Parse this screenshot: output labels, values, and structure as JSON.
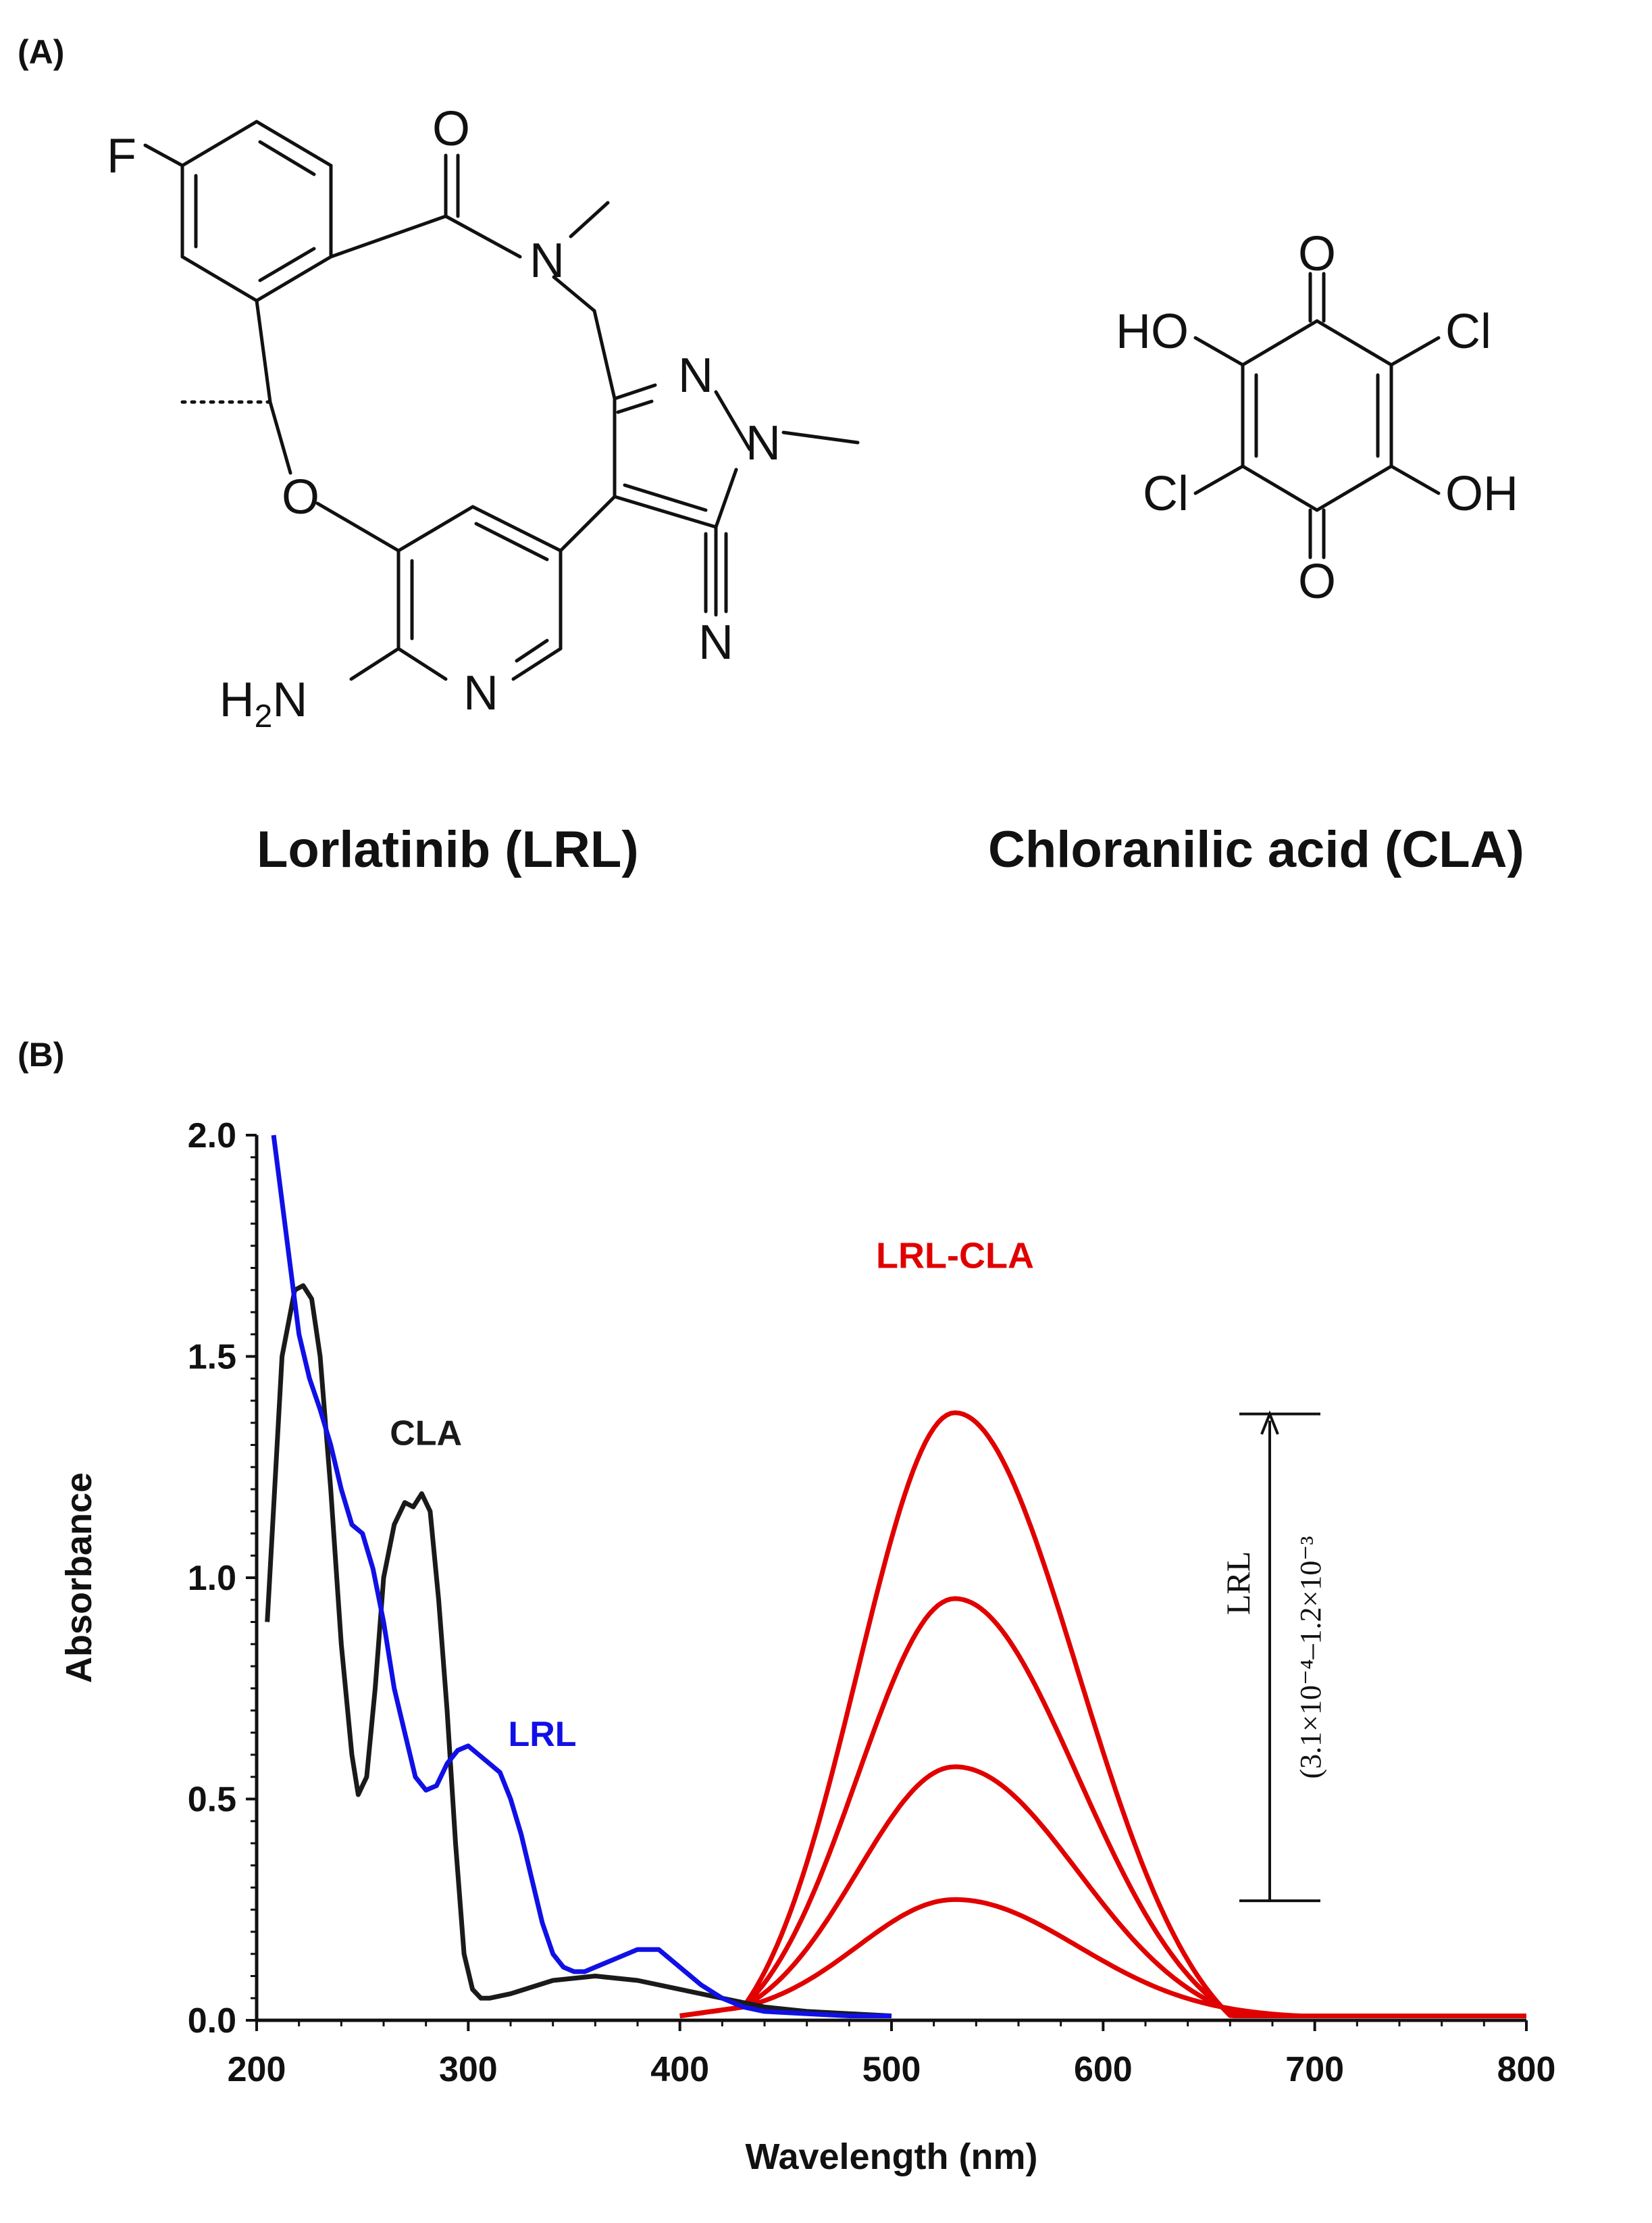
{
  "panels": {
    "a_label": "(A)",
    "b_label": "(B)"
  },
  "molecules": {
    "lrl": {
      "name": "Lorlatinib (LRL)",
      "atoms": {
        "F": "F",
        "O_carbonyl": "O",
        "N_amide": "N",
        "O_ether": "O",
        "N_pyr1": "N",
        "N_pyr2": "N",
        "N_pyridine": "N",
        "N_nitrile": "N",
        "H2N": "H",
        "H2N_sub": "2",
        "H2N_N": "N"
      }
    },
    "cla": {
      "name": "Chloranilic acid (CLA)",
      "atoms": {
        "O_top": "O",
        "O_bottom": "O",
        "HO": "HO",
        "OH": "OH",
        "Cl_right": "Cl",
        "Cl_left": "Cl"
      }
    }
  },
  "chart_data": {
    "type": "line",
    "xlabel": "Wavelength (nm)",
    "ylabel": "Absorbance",
    "xlim": [
      200,
      800
    ],
    "ylim": [
      0,
      2.0
    ],
    "xticks": [
      "200",
      "300",
      "400",
      "500",
      "600",
      "700",
      "800"
    ],
    "yticks": [
      "0.0",
      "0.5",
      "1.0",
      "1.5",
      "2.0"
    ],
    "colors": {
      "CLA": "#1a1a1a",
      "LRL": "#1010e6",
      "LRL-CLA": "#e00000"
    },
    "series_labels": {
      "CLA": "CLA",
      "LRL": "LRL",
      "LRL-CLA": "LRL-CLA"
    },
    "series": [
      {
        "name": "CLA",
        "x": [
          205,
          212,
          218,
          222,
          226,
          230,
          235,
          240,
          245,
          248,
          252,
          256,
          260,
          265,
          270,
          274,
          278,
          282,
          286,
          290,
          294,
          298,
          302,
          306,
          310,
          320,
          340,
          360,
          380,
          400,
          420,
          440,
          460,
          480,
          500
        ],
        "y": [
          0.9,
          1.5,
          1.65,
          1.66,
          1.63,
          1.5,
          1.2,
          0.85,
          0.6,
          0.51,
          0.55,
          0.75,
          1.0,
          1.12,
          1.17,
          1.16,
          1.19,
          1.15,
          0.95,
          0.7,
          0.4,
          0.15,
          0.07,
          0.05,
          0.05,
          0.06,
          0.09,
          0.1,
          0.09,
          0.07,
          0.05,
          0.03,
          0.02,
          0.015,
          0.01
        ]
      },
      {
        "name": "LRL",
        "x": [
          208,
          212,
          216,
          220,
          225,
          230,
          235,
          240,
          245,
          250,
          255,
          260,
          265,
          270,
          275,
          280,
          285,
          290,
          295,
          300,
          305,
          310,
          315,
          320,
          325,
          330,
          335,
          340,
          345,
          350,
          355,
          360,
          370,
          380,
          390,
          400,
          410,
          420,
          430,
          440,
          460,
          480,
          500
        ],
        "y": [
          2.0,
          1.85,
          1.7,
          1.55,
          1.45,
          1.38,
          1.3,
          1.2,
          1.12,
          1.1,
          1.02,
          0.9,
          0.75,
          0.65,
          0.55,
          0.52,
          0.53,
          0.58,
          0.61,
          0.62,
          0.6,
          0.58,
          0.56,
          0.5,
          0.42,
          0.32,
          0.22,
          0.15,
          0.12,
          0.11,
          0.11,
          0.12,
          0.14,
          0.16,
          0.16,
          0.12,
          0.08,
          0.05,
          0.03,
          0.02,
          0.015,
          0.01,
          0.01
        ]
      },
      {
        "name": "LRL-CLA",
        "peak_nm": 530,
        "peaks": [
          1.37,
          0.95,
          0.57,
          0.27
        ],
        "range": [
          400,
          800
        ],
        "isosbestic_nm": 430,
        "isosbestic_abs": 0.03
      }
    ],
    "annotation": {
      "label_line1": "LRL",
      "label_line2": "(3.1×10⁻⁴–1.2×10⁻³",
      "y_from": 0.27,
      "y_to": 1.37
    }
  }
}
